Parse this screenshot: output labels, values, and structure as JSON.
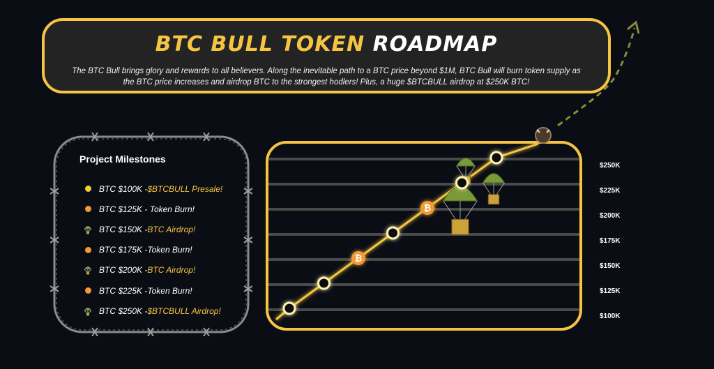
{
  "header": {
    "title_accent": "BTC BULL TOKEN",
    "title_plain": "ROADMAP",
    "description": "The BTC Bull brings glory and rewards to all believers. Along the inevitable path to a BTC price beyond $1M, BTC Bull will burn token supply as the BTC price increases and airdrop BTC to the strongest hodlers! Plus, a huge $BTCBULL airdrop at $250K BTC!"
  },
  "milestones": {
    "title": "Project Milestones",
    "items": [
      {
        "icon": "yellow-dot-icon",
        "prefix": "BTC $100K - ",
        "text": "$BTCBULL Presale!",
        "highlight": true
      },
      {
        "icon": "orange-dot-icon",
        "prefix": "BTC $125K - ",
        "text": " Token Burn!",
        "highlight": false
      },
      {
        "icon": "parachute-icon",
        "prefix": "BTC $150K - ",
        "text": "BTC Airdrop!",
        "highlight": true
      },
      {
        "icon": "orange-dot-icon",
        "prefix": "BTC $175K - ",
        "text": "Token Burn!",
        "highlight": false
      },
      {
        "icon": "parachute-icon",
        "prefix": "BTC $200K - ",
        "text": "BTC Airdrop!",
        "highlight": true
      },
      {
        "icon": "orange-dot-icon",
        "prefix": "BTC $225K - ",
        "text": "Token Burn!",
        "highlight": false
      },
      {
        "icon": "parachute-icon",
        "prefix": "BTC $250K - ",
        "text": "$BTCBULL Airdrop!",
        "highlight": true
      }
    ]
  },
  "colors": {
    "accent": "#f5c542",
    "background": "#0a0d14",
    "panel": "#232323",
    "bitcoin": "#f39a34",
    "gridline": "#4a4a4a",
    "parachute": "#7a9a3a"
  },
  "chart_data": {
    "type": "line",
    "title": "",
    "xlabel": "",
    "ylabel": "",
    "yticks": [
      "$100K",
      "$125K",
      "$150K",
      "$175K",
      "$200K",
      "$225K",
      "$250K"
    ],
    "ylim": [
      100,
      250
    ],
    "grid": true,
    "series": [
      {
        "values": [
          {
            "x": 0,
            "y": 100,
            "marker": "circle"
          },
          {
            "x": 1,
            "y": 125,
            "marker": "circle"
          },
          {
            "x": 2,
            "y": 150,
            "marker": "bitcoin-icon"
          },
          {
            "x": 3,
            "y": 175,
            "marker": "circle"
          },
          {
            "x": 4,
            "y": 200,
            "marker": "bitcoin-icon"
          },
          {
            "x": 5,
            "y": 225,
            "marker": "circle"
          },
          {
            "x": 6,
            "y": 250,
            "marker": "circle"
          }
        ]
      }
    ]
  }
}
